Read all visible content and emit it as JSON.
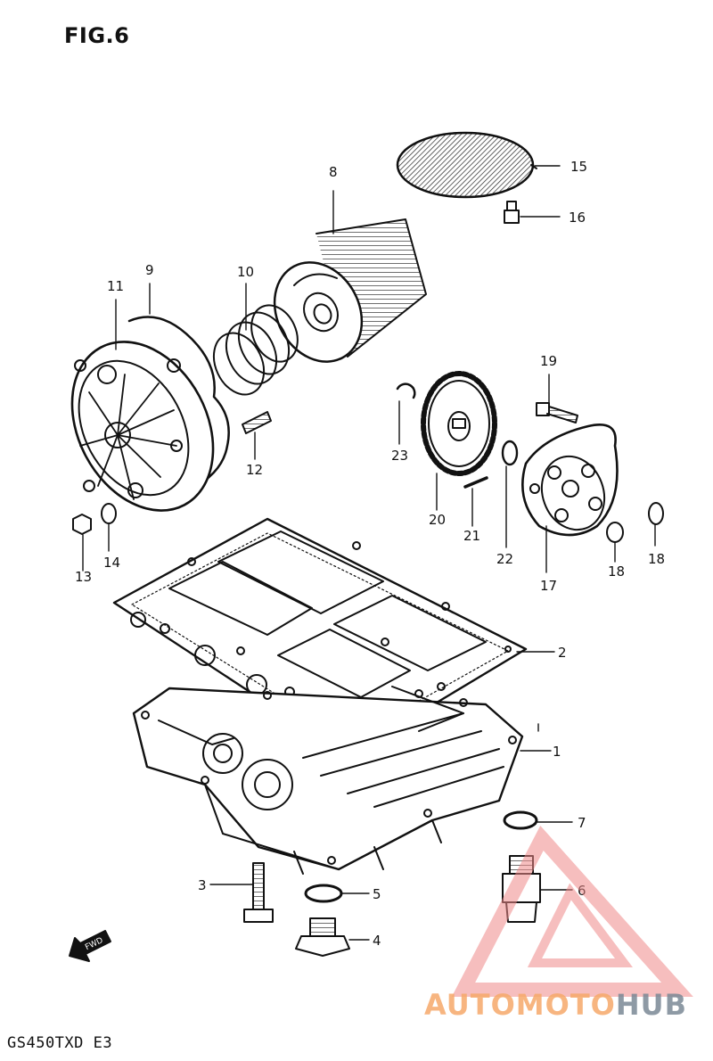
{
  "figure": {
    "title": "FIG.6",
    "model_code": "GS450TXD E3",
    "fwd_label": "FWD"
  },
  "callouts": [
    {
      "id": "1",
      "label": "1"
    },
    {
      "id": "2",
      "label": "2"
    },
    {
      "id": "3",
      "label": "3"
    },
    {
      "id": "4",
      "label": "4"
    },
    {
      "id": "5",
      "label": "5"
    },
    {
      "id": "6",
      "label": "6"
    },
    {
      "id": "7",
      "label": "7"
    },
    {
      "id": "8",
      "label": "8"
    },
    {
      "id": "9",
      "label": "9"
    },
    {
      "id": "10",
      "label": "10"
    },
    {
      "id": "11",
      "label": "11"
    },
    {
      "id": "12",
      "label": "12"
    },
    {
      "id": "13",
      "label": "13"
    },
    {
      "id": "14",
      "label": "14"
    },
    {
      "id": "15",
      "label": "15"
    },
    {
      "id": "16",
      "label": "16"
    },
    {
      "id": "17",
      "label": "17"
    },
    {
      "id": "18a",
      "label": "18"
    },
    {
      "id": "18b",
      "label": "18"
    },
    {
      "id": "19",
      "label": "19"
    },
    {
      "id": "20",
      "label": "20"
    },
    {
      "id": "21",
      "label": "21"
    },
    {
      "id": "22",
      "label": "22"
    },
    {
      "id": "23",
      "label": "23"
    }
  ],
  "watermark": {
    "text_a": "AUTOMOTO",
    "text_b": "HUB",
    "color_a": "#f6a96a",
    "color_b": "#7b8996",
    "logo_color": "#f08a8a"
  }
}
